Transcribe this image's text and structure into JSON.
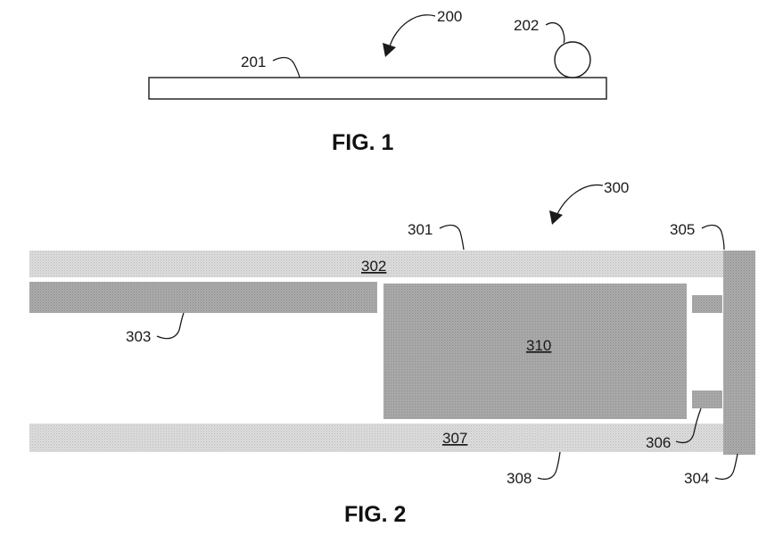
{
  "figure1": {
    "caption": "FIG. 1",
    "refs": {
      "assembly": "200",
      "substrate": "201",
      "sphere": "202"
    }
  },
  "figure2": {
    "caption": "FIG. 2",
    "refs": {
      "assembly": "300",
      "top_layer": "301",
      "left_bar": "303",
      "right_wall": "305",
      "wall_base": "304",
      "lower_lead": "308",
      "small_step": "306"
    },
    "region_labels": {
      "top_layer": "302",
      "bottom_layer": "307",
      "center_block": "310"
    }
  },
  "colors": {
    "light_fill": "#d6d6d6",
    "dark_fill": "#a8a8a8",
    "line": "#1a1a1a"
  }
}
